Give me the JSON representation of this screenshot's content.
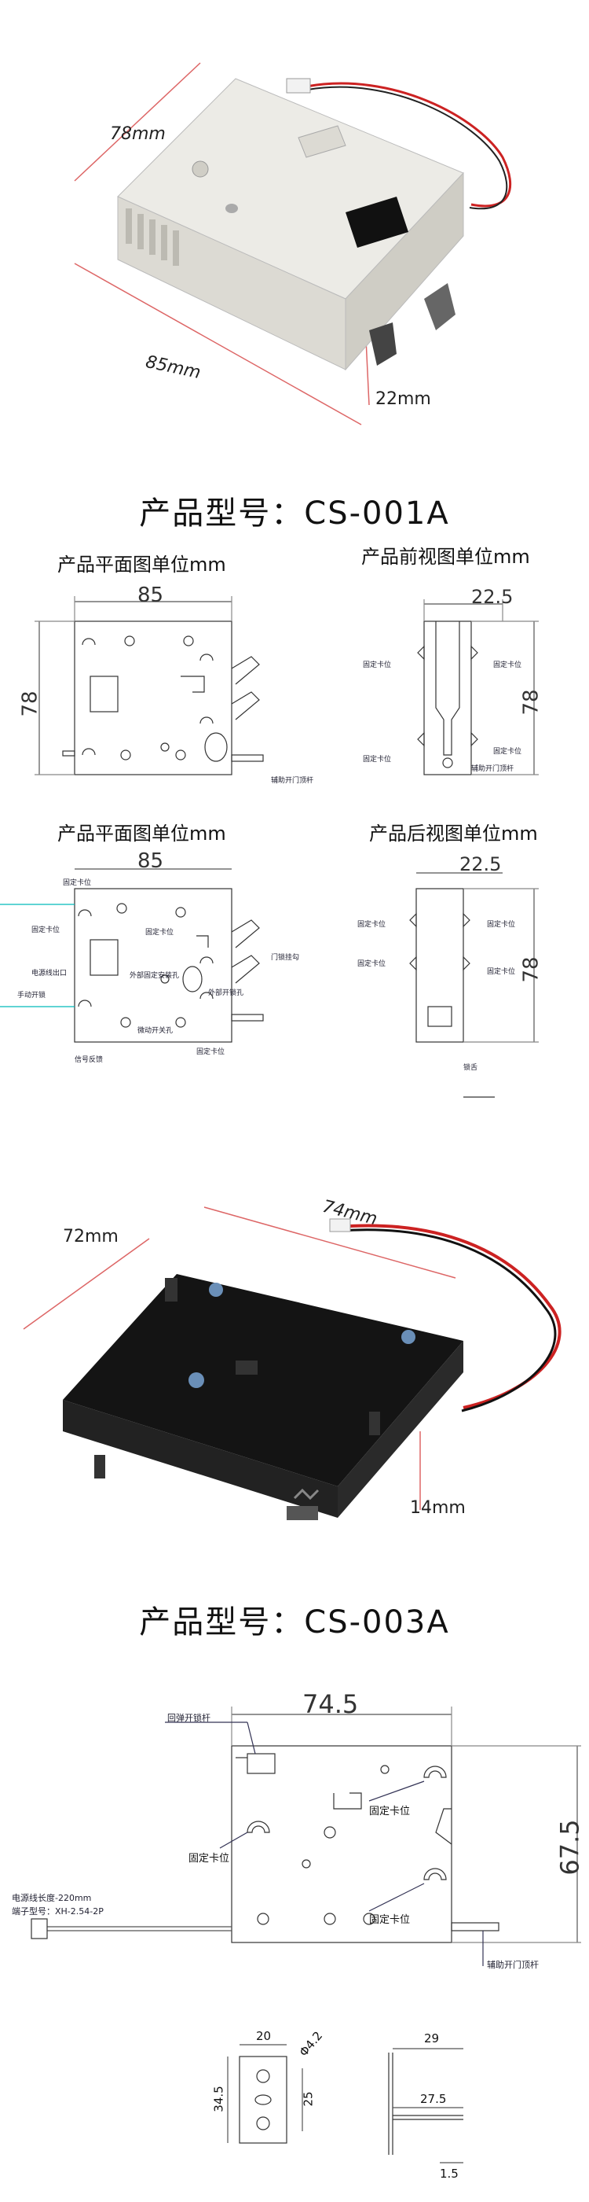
{
  "photo1": {
    "dim_width": "78mm",
    "dim_length": "85mm",
    "dim_height": "22mm"
  },
  "model1": {
    "title": "产品型号：CS-001A",
    "plan_view_title": "产品平面图单位mm",
    "front_view_title": "产品前视图单位mm",
    "plan_view2_title": "产品平面图单位mm",
    "rear_view_title": "产品后视图单位mm",
    "plan_dim_w": "85",
    "plan_dim_h": "78",
    "front_dim_w": "22.5",
    "front_dim_h": "78",
    "plan2_dim_w": "85",
    "rear_dim_w": "22.5",
    "rear_dim_h": "78",
    "fix_label": "固定卡位",
    "aux_label": "辅助开门顶杆",
    "door_label": "门锁挂勾",
    "outer_mount": "外部固定安装孔",
    "micro_switch": "微动开关孔",
    "signal": "信号反馈",
    "manual": "手动开锁",
    "hook": "锁舌",
    "wire_out": "电源线出口",
    "lock_hole": "外部开锁孔"
  },
  "photo2": {
    "dim_width": "72mm",
    "dim_length": "74mm",
    "dim_height": "14mm"
  },
  "model2": {
    "title": "产品型号：CS-003A",
    "dim_w": "74.5",
    "dim_h": "67.5",
    "bounce_label": "回弹开锁杆",
    "fix_label_1": "固定卡位",
    "fix_label_2": "固定卡位",
    "fix_label_3": "固定卡位",
    "aux_label": "辅助开门顶杆",
    "wire_length": "电源线长度-220mm",
    "terminal": "端子型号：XH-2.54-2P",
    "bracket_w": "20",
    "bracket_hole": "Φ4.2",
    "bracket_h": "34.5",
    "bracket_h2": "25",
    "side_w": "29",
    "side_w2": "27.5",
    "side_t": "1.5"
  }
}
